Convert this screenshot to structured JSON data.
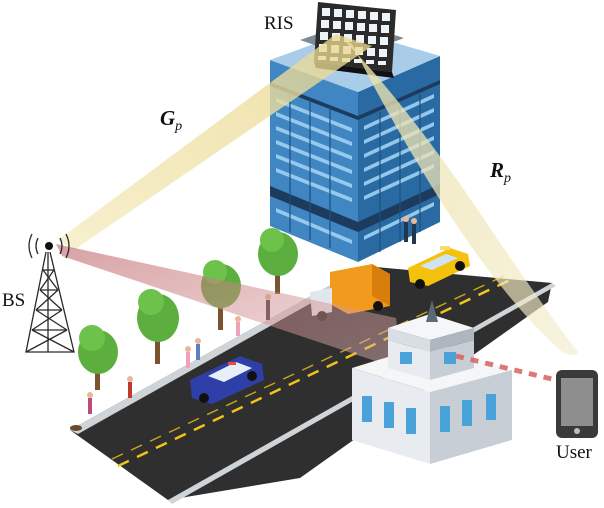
{
  "labels": {
    "ris": "RIS",
    "bs": "BS",
    "user": "User",
    "g_symbol": "G",
    "g_subscript": "p",
    "r_symbol": "R",
    "r_subscript": "p"
  },
  "colors": {
    "beam_yellow": "#efe3a8",
    "beam_red": "#c98a8a",
    "road": "#2e2e2e",
    "road_lane": "#f0c419",
    "building_blue": "#4a90c8",
    "building_glass": "#7fbde6",
    "tree_green": "#5cae3e",
    "taxi": "#f4c20d",
    "truck_cargo": "#f29a1d",
    "police_car": "#2e3fa8",
    "phone": "#3a3a3a"
  }
}
